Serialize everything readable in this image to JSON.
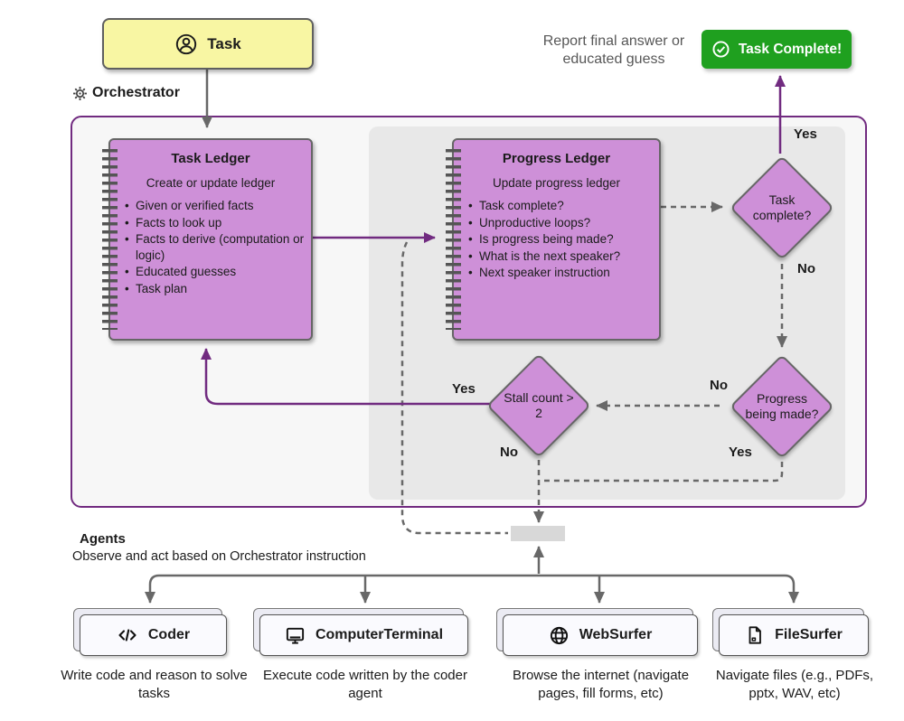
{
  "header": {
    "task_label": "Task",
    "report_hint": "Report final answer or educated guess",
    "complete_label": "Task Complete!"
  },
  "orchestrator": {
    "label": "Orchestrator",
    "task_ledger": {
      "title": "Task Ledger",
      "subtitle": "Create or update ledger",
      "bullets": [
        "Given or verified facts",
        "Facts to look up",
        "Facts to derive (computation or logic)",
        "Educated guesses",
        "Task plan"
      ]
    },
    "progress_ledger": {
      "title": "Progress Ledger",
      "subtitle": "Update progress ledger",
      "bullets": [
        "Task complete?",
        "Unproductive loops?",
        "Is progress being made?",
        "What is the next speaker?",
        "Next speaker instruction"
      ]
    },
    "decisions": {
      "task_complete": "Task complete?",
      "progress": "Progress being made?",
      "stall": "Stall count > 2"
    },
    "edge_labels": {
      "task_complete_yes": "Yes",
      "task_complete_no": "No",
      "progress_no": "No",
      "progress_yes": "Yes",
      "stall_yes": "Yes",
      "stall_no": "No"
    }
  },
  "agents": {
    "title": "Agents",
    "subtitle": "Observe and act based on Orchestrator instruction",
    "items": [
      {
        "name": "Coder",
        "icon": "code-icon",
        "caption": "Write code and reason to solve tasks"
      },
      {
        "name": "ComputerTerminal",
        "icon": "monitor-icon",
        "caption": "Execute code written by the coder agent"
      },
      {
        "name": "WebSurfer",
        "icon": "globe-icon",
        "caption": "Browse the internet (navigate pages, fill forms, etc)"
      },
      {
        "name": "FileSurfer",
        "icon": "file-icon",
        "caption": "Navigate files (e.g., PDFs, pptx, WAV, etc)"
      }
    ]
  },
  "colors": {
    "ledger_fill": "#CE90D8",
    "accent_purple": "#712B80",
    "complete_green": "#1FA01F",
    "task_yellow": "#F8F6A3",
    "line_gray": "#686868"
  }
}
